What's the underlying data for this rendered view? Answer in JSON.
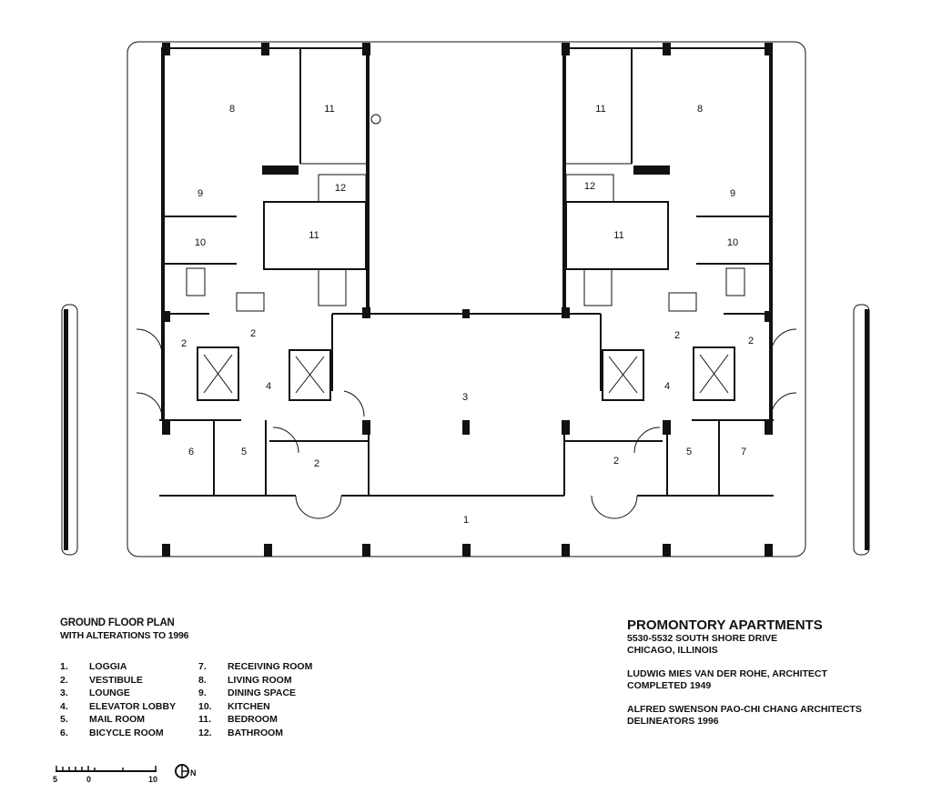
{
  "drawing": {
    "title": "GROUND FLOOR PLAN",
    "subtitle": "WITH ALTERATIONS TO 1996",
    "room_labels": {
      "left": {
        "r8": "8",
        "r11a": "11",
        "r12": "12",
        "r9": "9",
        "r11b": "11",
        "r10": "10",
        "r2a": "2",
        "r2b": "2",
        "r4": "4",
        "r6": "6",
        "r5": "5",
        "r2c": "2"
      },
      "right": {
        "r11a": "11",
        "r8": "8",
        "r12": "12",
        "r9": "9",
        "r11b": "11",
        "r10": "10",
        "r2a": "2",
        "r2b": "2",
        "r4": "4",
        "r5": "5",
        "r7": "7",
        "r2c": "2"
      },
      "lounge": "3",
      "loggia": "1"
    }
  },
  "legend": [
    {
      "num": "1.",
      "label": "LOGGIA"
    },
    {
      "num": "2.",
      "label": "VESTIBULE"
    },
    {
      "num": "3.",
      "label": "LOUNGE"
    },
    {
      "num": "4.",
      "label": "ELEVATOR LOBBY"
    },
    {
      "num": "5.",
      "label": "MAIL ROOM"
    },
    {
      "num": "6.",
      "label": "BICYCLE ROOM"
    },
    {
      "num": "7.",
      "label": "RECEIVING ROOM"
    },
    {
      "num": "8.",
      "label": "LIVING ROOM"
    },
    {
      "num": "9.",
      "label": "DINING SPACE"
    },
    {
      "num": "10.",
      "label": "KITCHEN"
    },
    {
      "num": "11.",
      "label": "BEDROOM"
    },
    {
      "num": "12.",
      "label": "BATHROOM"
    }
  ],
  "info": {
    "name": "PROMONTORY APARTMENTS",
    "address": "5530-5532 SOUTH SHORE DRIVE",
    "city": "CHICAGO, ILLINOIS",
    "architect": "LUDWIG MIES VAN DER ROHE, ARCHITECT",
    "completed": "COMPLETED 1949",
    "delineators_firm": "ALFRED SWENSON PAO-CHI CHANG ARCHITECTS",
    "delineators": "DELINEATORS  1996"
  },
  "scale": {
    "min": "5",
    "zero": "0",
    "max": "10"
  },
  "north_label": "N"
}
